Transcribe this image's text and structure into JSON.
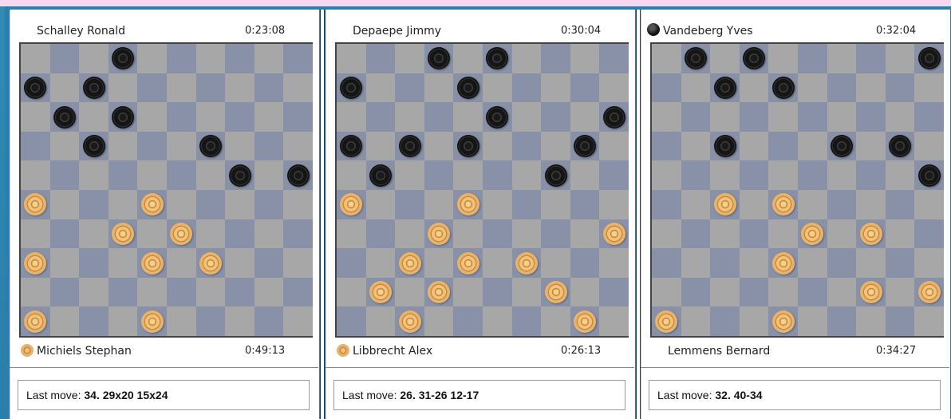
{
  "panels": [
    {
      "top_player": {
        "name": "Schalley Ronald",
        "clock": "0:23:08",
        "indicator": "none"
      },
      "bottom_player": {
        "name": "Michiels Stephan",
        "clock": "0:49:13",
        "indicator": "white"
      },
      "last_move_label": "Last move:",
      "last_move_value": "34. 29x20 15x24",
      "black_pieces": [
        [
          0,
          3
        ],
        [
          1,
          0
        ],
        [
          1,
          2
        ],
        [
          2,
          1
        ],
        [
          2,
          3
        ],
        [
          3,
          2
        ],
        [
          3,
          6
        ],
        [
          4,
          7
        ],
        [
          4,
          9
        ]
      ],
      "white_pieces": [
        [
          5,
          0
        ],
        [
          5,
          4
        ],
        [
          6,
          3
        ],
        [
          6,
          5
        ],
        [
          7,
          0
        ],
        [
          7,
          4
        ],
        [
          7,
          6
        ],
        [
          9,
          0
        ],
        [
          9,
          4
        ]
      ]
    },
    {
      "top_player": {
        "name": "Depaepe Jimmy",
        "clock": "0:30:04",
        "indicator": "none"
      },
      "bottom_player": {
        "name": "Libbrecht Alex",
        "clock": "0:26:13",
        "indicator": "white"
      },
      "last_move_label": "Last move:",
      "last_move_value": "26. 31-26 12-17",
      "black_pieces": [
        [
          0,
          3
        ],
        [
          0,
          5
        ],
        [
          1,
          0
        ],
        [
          1,
          4
        ],
        [
          2,
          5
        ],
        [
          2,
          9
        ],
        [
          3,
          0
        ],
        [
          3,
          2
        ],
        [
          3,
          4
        ],
        [
          3,
          8
        ],
        [
          4,
          1
        ],
        [
          4,
          7
        ]
      ],
      "white_pieces": [
        [
          5,
          0
        ],
        [
          5,
          4
        ],
        [
          6,
          3
        ],
        [
          6,
          9
        ],
        [
          7,
          2
        ],
        [
          7,
          4
        ],
        [
          7,
          6
        ],
        [
          8,
          1
        ],
        [
          8,
          3
        ],
        [
          8,
          7
        ],
        [
          9,
          2
        ],
        [
          9,
          8
        ]
      ]
    },
    {
      "top_player": {
        "name": "Vandeberg Yves",
        "clock": "0:32:04",
        "indicator": "black"
      },
      "bottom_player": {
        "name": "Lemmens Bernard",
        "clock": "0:34:27",
        "indicator": "none"
      },
      "last_move_label": "Last move:",
      "last_move_value": "32. 40-34",
      "black_pieces": [
        [
          0,
          1
        ],
        [
          0,
          3
        ],
        [
          0,
          9
        ],
        [
          1,
          2
        ],
        [
          1,
          4
        ],
        [
          3,
          2
        ],
        [
          3,
          6
        ],
        [
          3,
          8
        ],
        [
          4,
          9
        ]
      ],
      "white_pieces": [
        [
          5,
          2
        ],
        [
          5,
          4
        ],
        [
          6,
          5
        ],
        [
          6,
          7
        ],
        [
          7,
          4
        ],
        [
          8,
          7
        ],
        [
          8,
          9
        ],
        [
          9,
          0
        ],
        [
          9,
          4
        ]
      ]
    }
  ],
  "colors": {
    "light_square": "#a7a7a7",
    "dark_square": "#8991a8",
    "frame": "#2b7fa8"
  }
}
